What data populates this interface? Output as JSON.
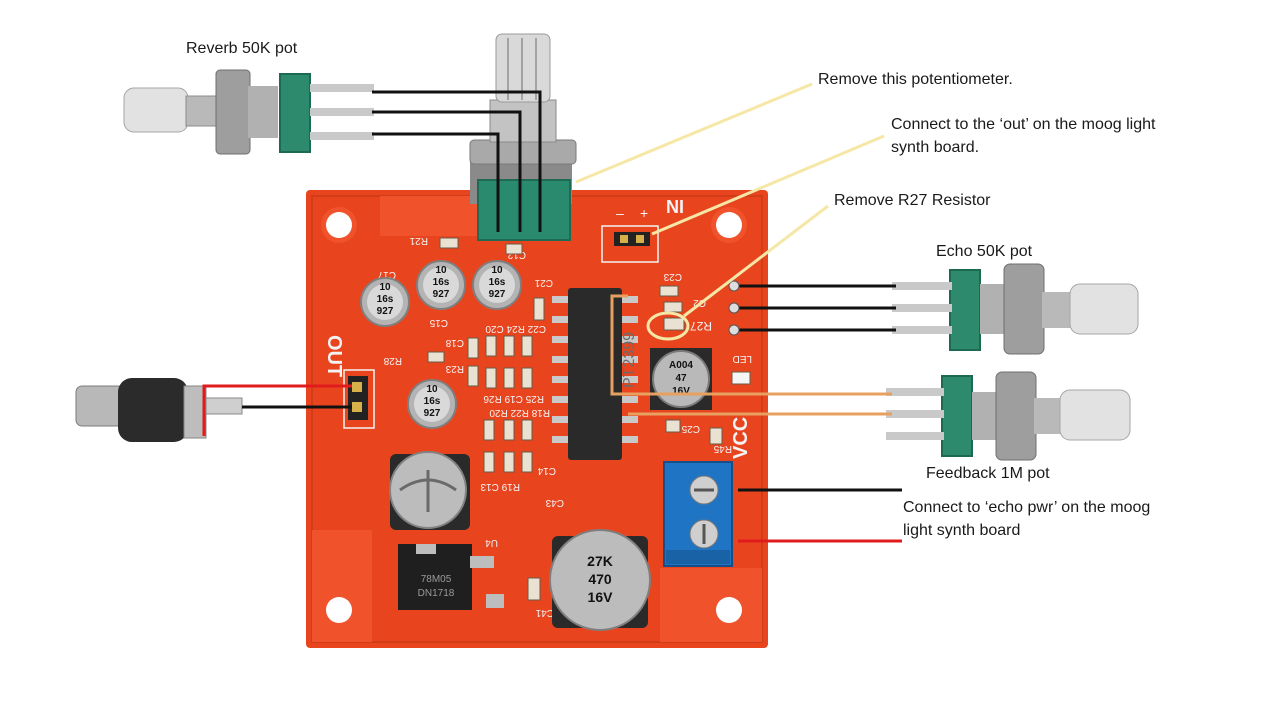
{
  "labels": {
    "reverb_pot": "Reverb 50K pot",
    "echo_pot": "Echo 50K pot",
    "feedback_pot": "Feedback 1M pot",
    "remove_pot": "Remove this potentiometer.",
    "connect_out_line1": "Connect to the ‘out’ on the moog light",
    "connect_out_line2": "synth board.",
    "remove_r27": "Remove R27 Resistor",
    "connect_echo_line1": "Connect to ‘echo pwr’ on the moog",
    "connect_echo_line2": "light synth board"
  },
  "silkscreen": {
    "in": "IN",
    "out": "OUT",
    "vcc": "VCC",
    "led": "LED",
    "minus": "–",
    "plus": "+",
    "chip": "PT2399",
    "u4": "U4",
    "r21": "R21",
    "c12": "C12",
    "c17": "C17",
    "c21": "C21",
    "c23": "C23",
    "c2": "C2",
    "r27": "R27",
    "r28": "R28",
    "r23": "R23",
    "c18": "C18",
    "c15": "C15",
    "c22_r24_c20": "C22 R24 C20",
    "r25_c19_r26": "R25 C19 R26",
    "r18_r22_r20": "R18 R22 R20",
    "r19_c13": "R19 C13",
    "c14": "C14",
    "c43": "C43",
    "c41": "C41",
    "c25": "C25",
    "r45": "R45"
  },
  "components": {
    "cap_small": [
      "10",
      "16s",
      "927"
    ],
    "cap_electrolytic": [
      "A004",
      "47",
      "16V"
    ],
    "cap_big": [
      "27K",
      "470",
      "16V"
    ],
    "regulator": [
      "78M05",
      "DN1718"
    ]
  },
  "colors": {
    "board": "#e8451f",
    "board_dark": "#cf3a16",
    "wire_black": "#111111",
    "wire_red": "#e01b1b",
    "wire_orange": "#e8a060",
    "callout_line": "#f6e7a6"
  }
}
